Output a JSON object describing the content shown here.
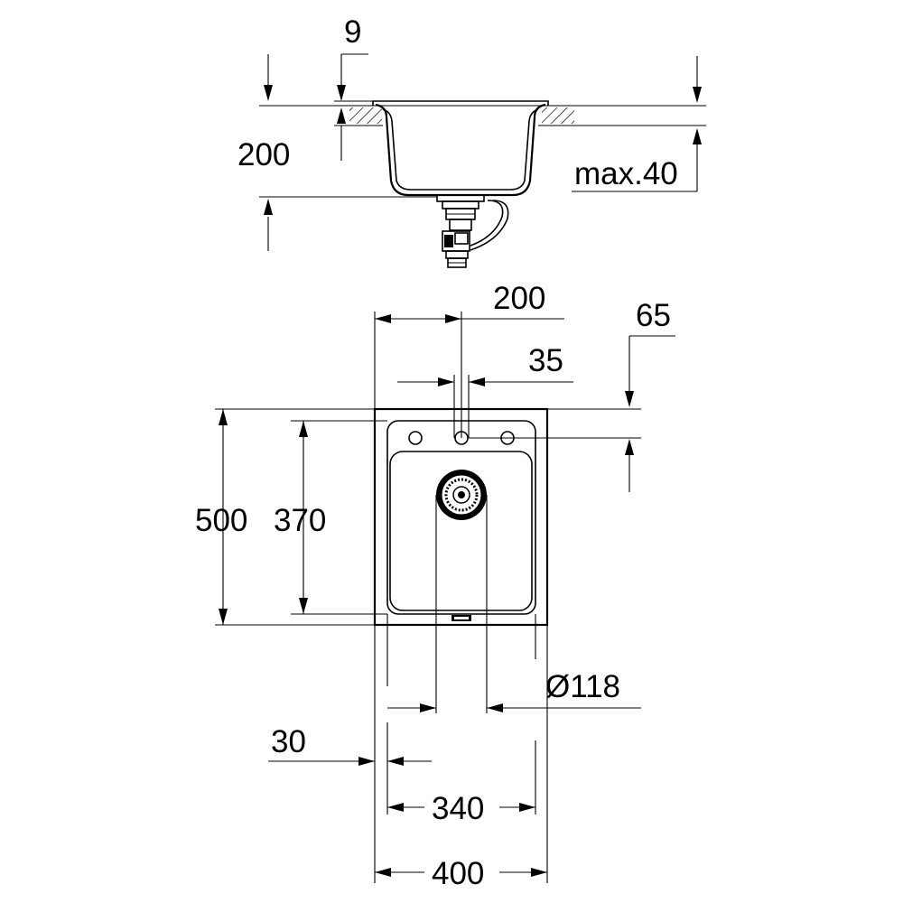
{
  "colors": {
    "ink": "#000000",
    "background": "#ffffff"
  },
  "dimensions": {
    "rim_thickness": "9",
    "bowl_depth": "200",
    "max_countertop": "max.40",
    "tap_offset": "200",
    "edge_offset": "65",
    "tap_hole": "35",
    "total_depth": "500",
    "bowl_depth_inner": "370",
    "drain_diameter": "Ø118",
    "side_margin": "30",
    "bowl_width": "340",
    "total_width": "400"
  }
}
